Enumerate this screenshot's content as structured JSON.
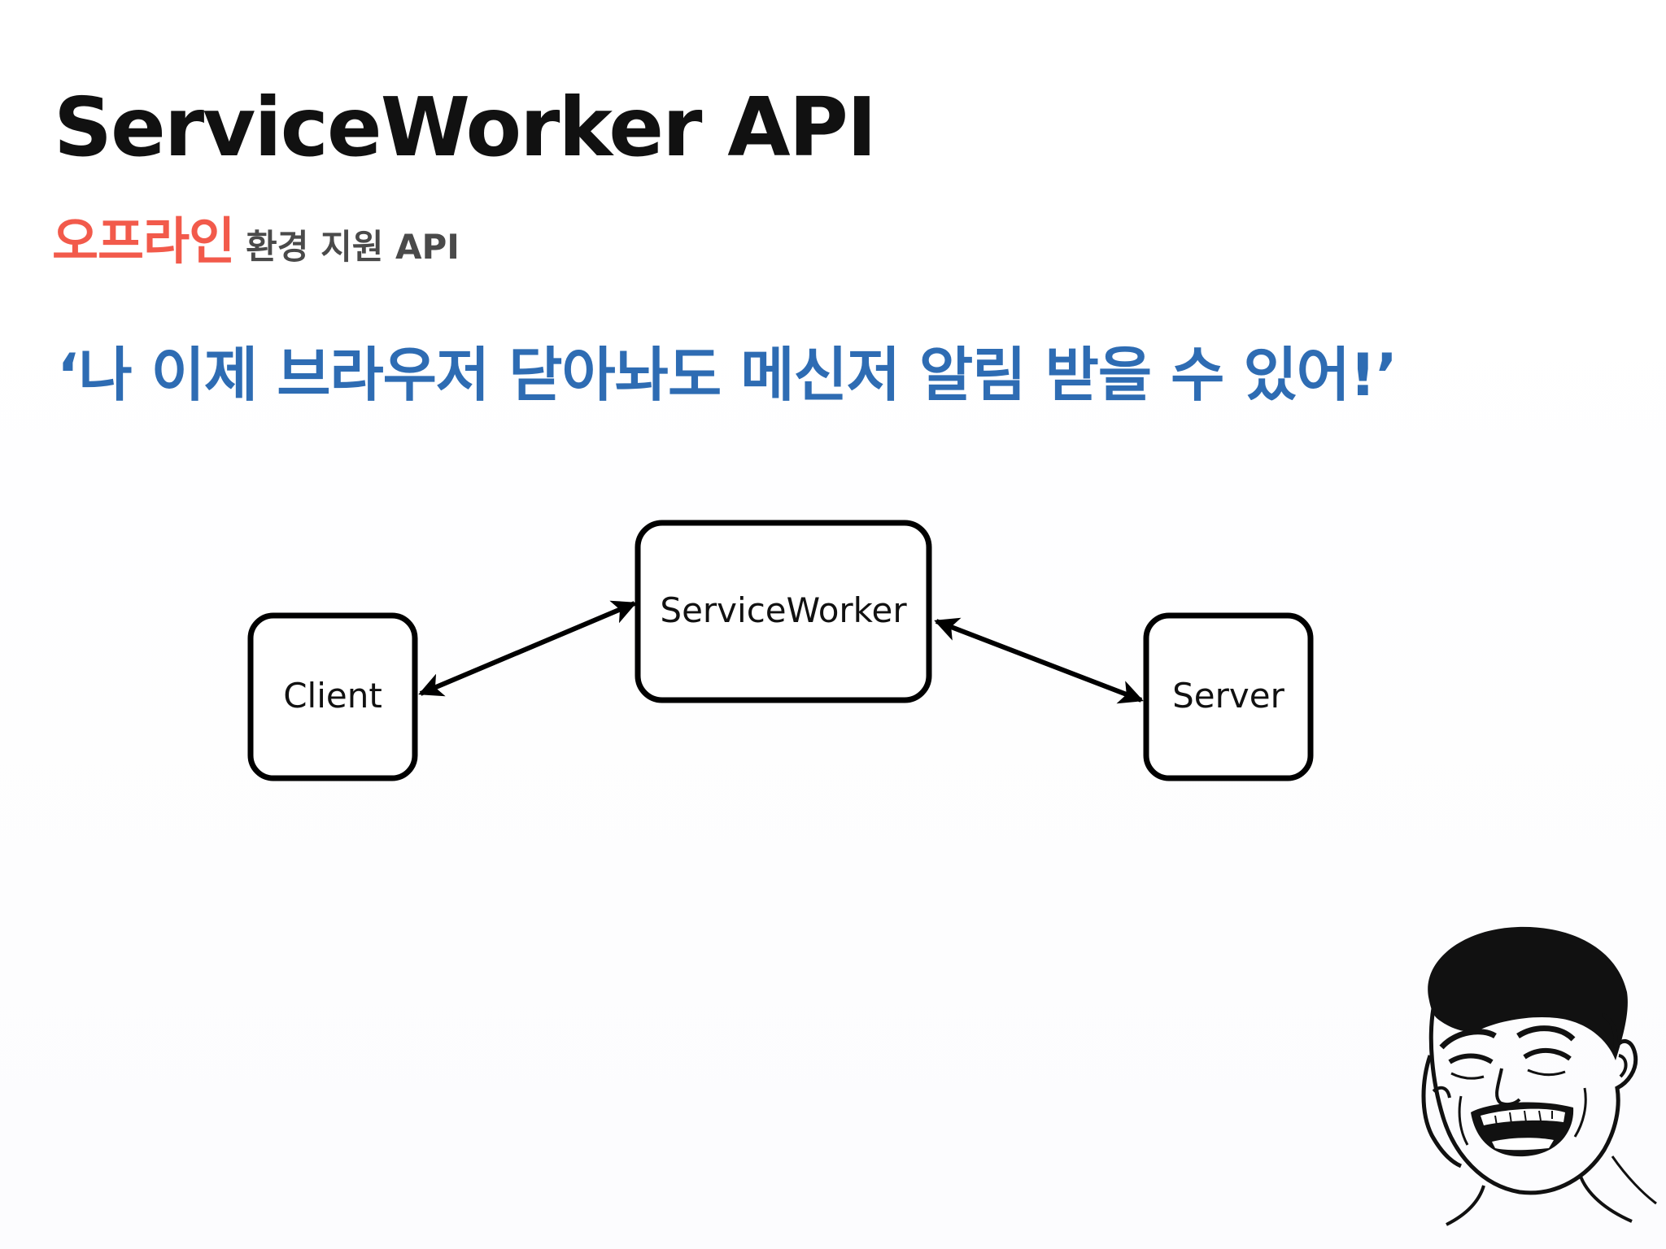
{
  "slide": {
    "title": "ServiceWorker API",
    "subtitle_accent": "오프라인",
    "subtitle_rest": "환경 지원 API",
    "quote": "‘나 이제 브라우저 닫아놔도 메신저 알림 받을 수 있어!’"
  },
  "diagram": {
    "nodes": {
      "client": "Client",
      "service_worker": "ServiceWorker",
      "server": "Server"
    },
    "edges": [
      {
        "from": "client",
        "to": "service_worker",
        "direction": "bidirectional"
      },
      {
        "from": "service_worker",
        "to": "server",
        "direction": "bidirectional"
      }
    ]
  },
  "illustration": {
    "icon": "laughing-meme-face-icon"
  }
}
